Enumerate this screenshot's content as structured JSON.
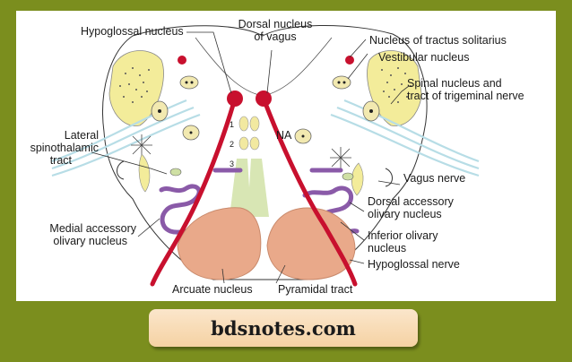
{
  "labels": {
    "hypoglossal_nucleus": "Hypoglossal nucleus",
    "dorsal_nucleus_vagus_1": "Dorsal nucleus",
    "dorsal_nucleus_vagus_2": "of vagus",
    "nucleus_tractus_solitarius": "Nucleus of tractus solitarius",
    "vestibular_nucleus": "Vestibular nucleus",
    "spinal_trigeminal_1": "Spinal nucleus and",
    "spinal_trigeminal_2": "tract of trigeminal nerve",
    "lateral_spinothalamic_1": "Lateral",
    "lateral_spinothalamic_2": "spinothalamic",
    "lateral_spinothalamic_3": "tract",
    "na": "NA",
    "vagus_nerve": "Vagus nerve",
    "dorsal_accessory_olivary_1": "Dorsal accessory",
    "dorsal_accessory_olivary_2": "olivary nucleus",
    "medial_accessory_olivary_1": "Medial accessory",
    "medial_accessory_olivary_2": "olivary nucleus",
    "inferior_olivary_1": "Inferior olivary",
    "inferior_olivary_2": "nucleus",
    "hypoglossal_nerve": "Hypoglossal nerve",
    "arcuate_nucleus": "Arcuate nucleus",
    "pyramidal_tract": "Pyramidal tract",
    "mlf_1": "1",
    "mlf_2": "2",
    "mlf_3": "3"
  },
  "footer": {
    "site_name": "bdsnotes.com"
  },
  "colors": {
    "background": "#7b8e1e",
    "panel": "#ffffff",
    "hypoglossal_nerve": "#c8102e",
    "pyramid": "#e9a98a",
    "olivary": "#8a5aa8",
    "trigeminal": "#f3ec9a",
    "fibers": "#b7dde6",
    "badge": "#f5d6ac"
  }
}
